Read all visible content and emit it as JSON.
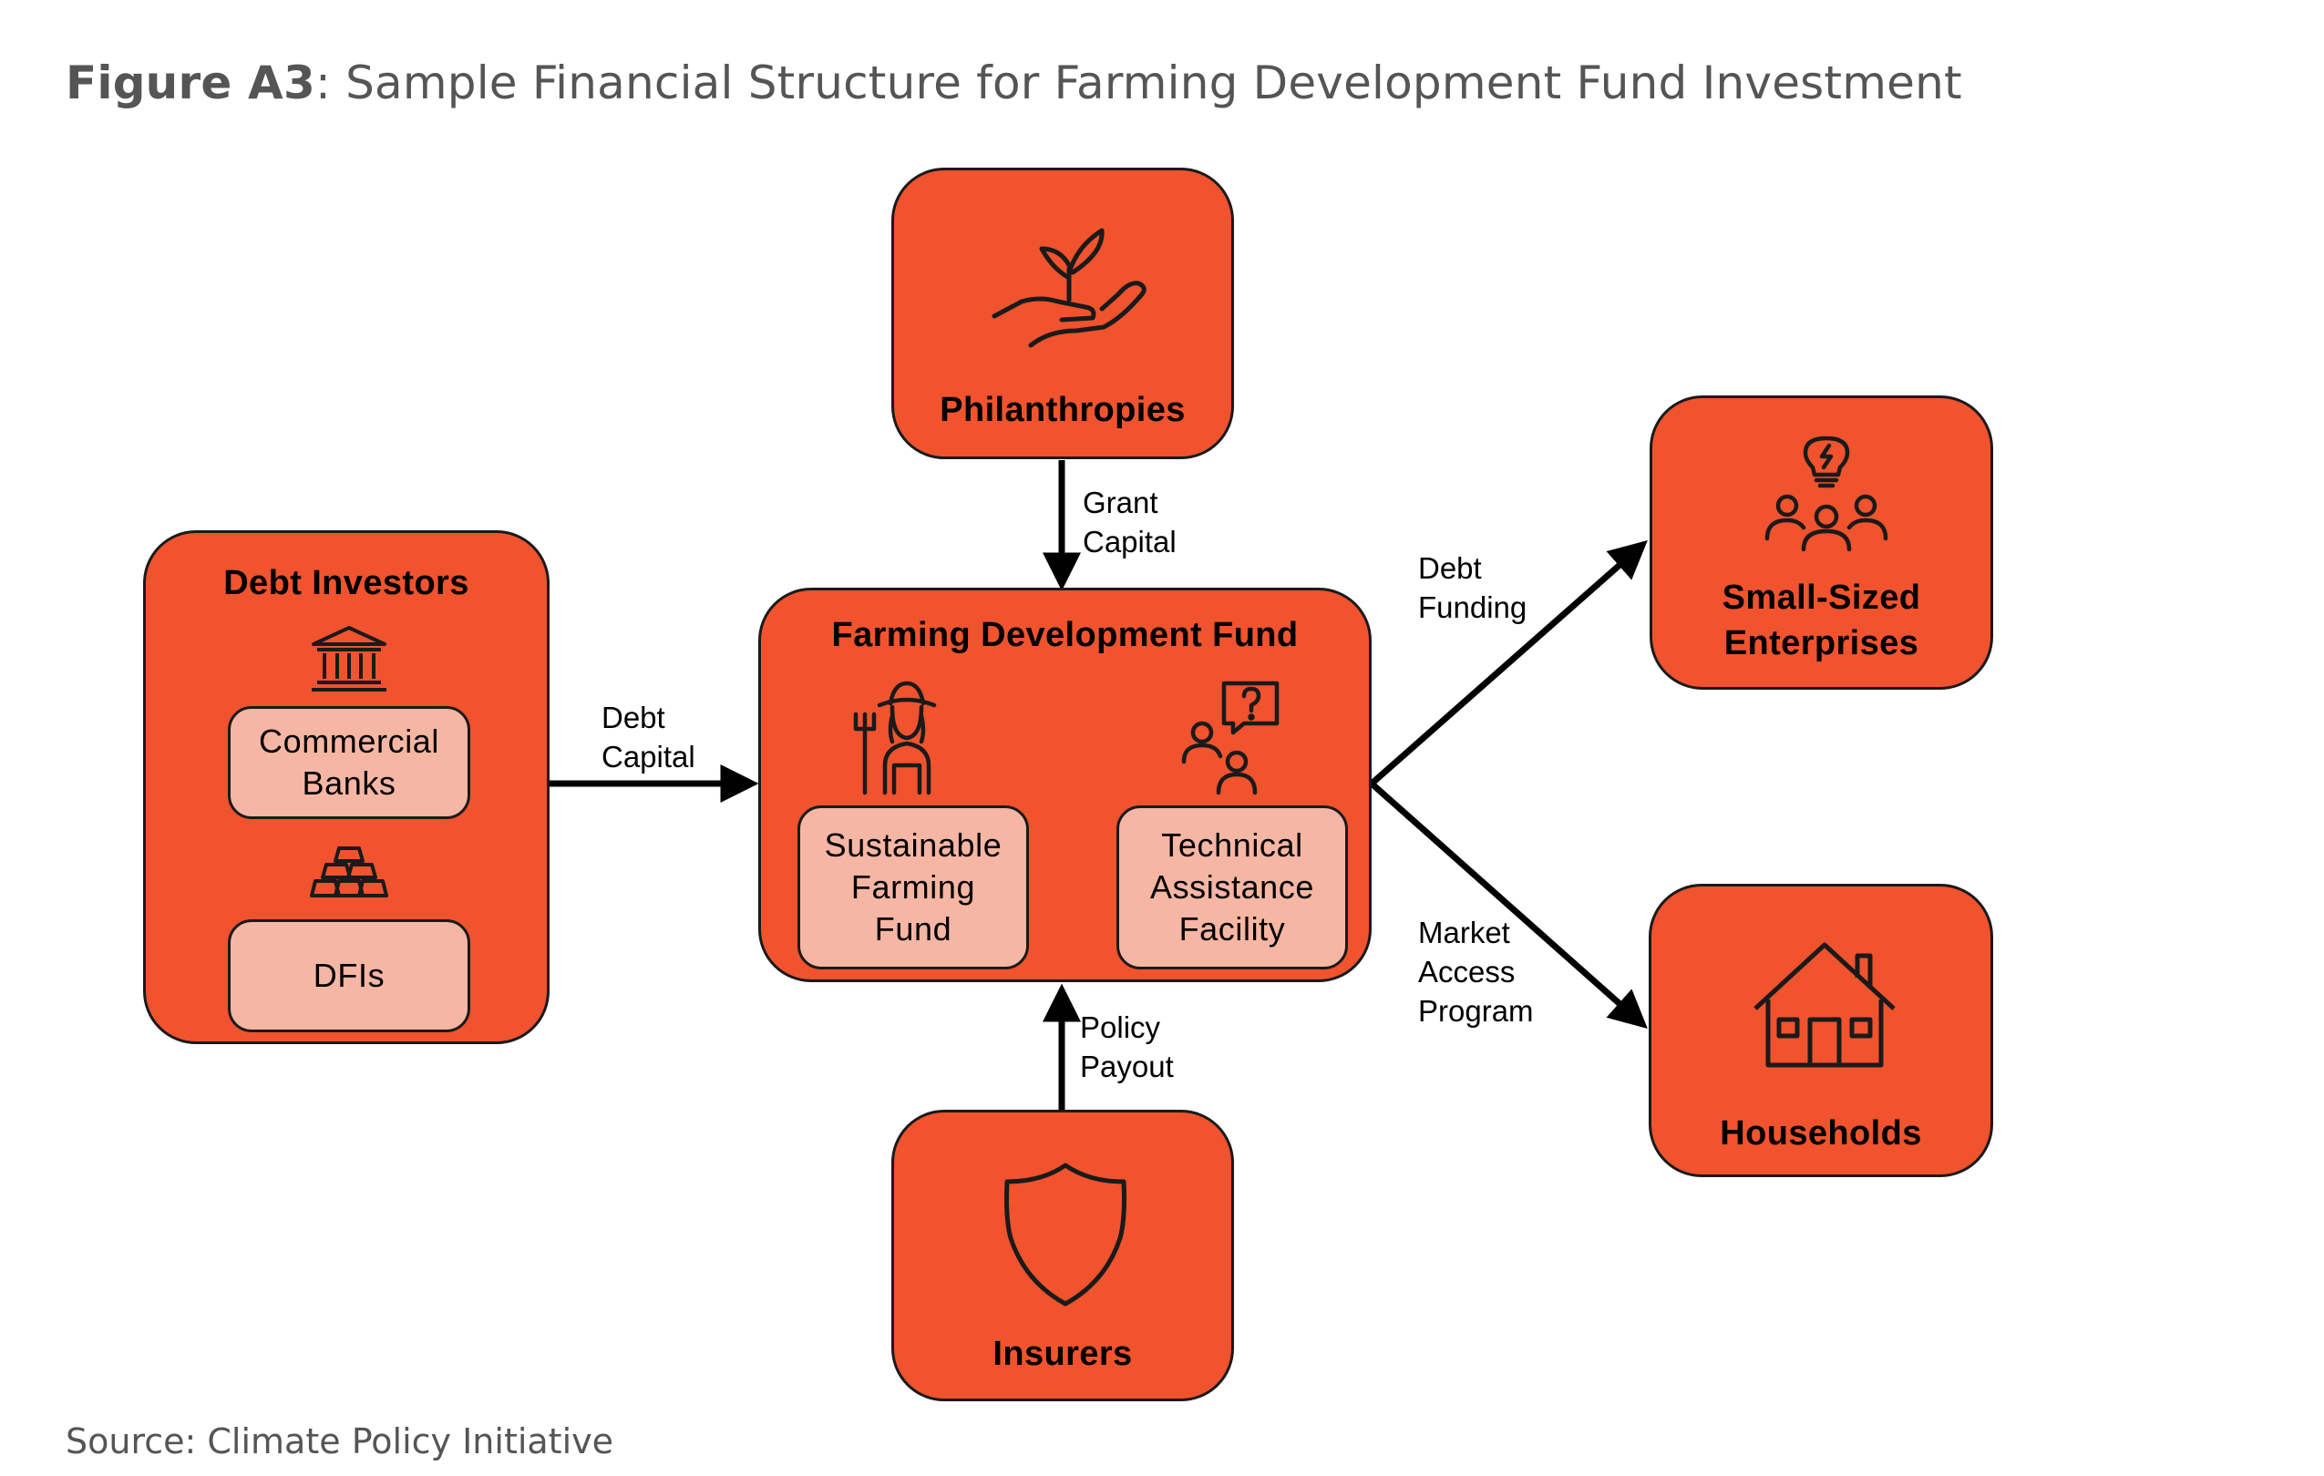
{
  "header": {
    "figure_label": "Figure A3",
    "title_text": ": Sample Financial Structure for Farming Development Fund Investment"
  },
  "footer": {
    "source": "Source: Climate Policy Initiative"
  },
  "colors": {
    "box_fill": "#f0532d",
    "sub_box_fill": "#f6b6a4",
    "border": "#1a1a1a",
    "text_gray": "#555555"
  },
  "nodes": {
    "philanthropies": {
      "label": "Philanthropies",
      "icon": "plant-in-hand-icon"
    },
    "debt_investors": {
      "label": "Debt Investors",
      "commercial_banks": "Commercial\nBanks",
      "dfis": "DFIs",
      "icons": [
        "bank-building-icon",
        "gold-bars-icon"
      ]
    },
    "fund": {
      "label": "Farming Development Fund",
      "sustainable_farming_fund": "Sustainable\nFarming\nFund",
      "technical_assistance_facility": "Technical\nAssistance\nFacility",
      "icons": [
        "farmer-icon",
        "people-question-icon"
      ]
    },
    "small_enterprises": {
      "label": "Small-Sized\nEnterprises",
      "icon": "team-idea-icon"
    },
    "households": {
      "label": "Households",
      "icon": "house-icon"
    },
    "insurers": {
      "label": "Insurers",
      "icon": "shield-icon"
    }
  },
  "flows": {
    "grant_capital": "Grant\nCapital",
    "debt_capital": "Debt\nCapital",
    "debt_funding": "Debt\nFunding",
    "market_access_program": "Market\nAccess\nProgram",
    "policy_payout": "Policy\nPayout"
  }
}
